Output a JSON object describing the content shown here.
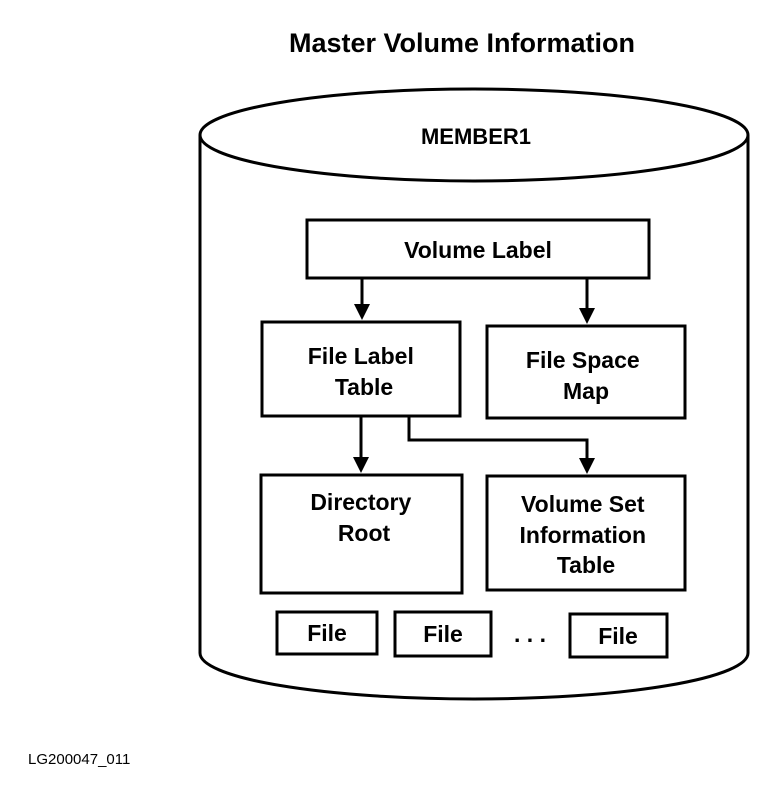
{
  "title": "Master Volume Information",
  "cylinder_label": "MEMBER1",
  "boxes": {
    "volume_label": [
      "Volume Label"
    ],
    "file_label_table": [
      "File Label",
      "Table"
    ],
    "file_space_map": [
      "File Space",
      "Map"
    ],
    "directory_root": [
      "Directory",
      "Root"
    ],
    "volume_set_info": [
      "Volume Set",
      "Information",
      "Table"
    ]
  },
  "files": [
    "File",
    "File",
    "File"
  ],
  "ellipsis": ". . .",
  "figure_id": "LG200047_011",
  "colors": {
    "ink": "#000000",
    "paper": "#ffffff"
  }
}
